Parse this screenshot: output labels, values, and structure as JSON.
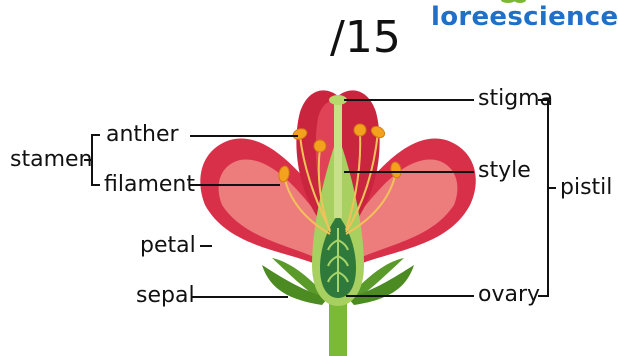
{
  "header": {
    "score": "/15",
    "brand": "loreescience"
  },
  "labels": {
    "stamen": "stamen",
    "anther": "anther",
    "filament": "filament",
    "petal": "petal",
    "sepal": "sepal",
    "stigma": "stigma",
    "style": "style",
    "pistil": "pistil",
    "ovary": "ovary"
  },
  "colors": {
    "petal": "#e03a4e",
    "petal_inner": "#f07a7e",
    "sepal": "#5a9a2a",
    "stem": "#7aba34",
    "ovary": "#2f7a3a",
    "anther": "#f4a21e",
    "brand": "#1e70c8"
  }
}
